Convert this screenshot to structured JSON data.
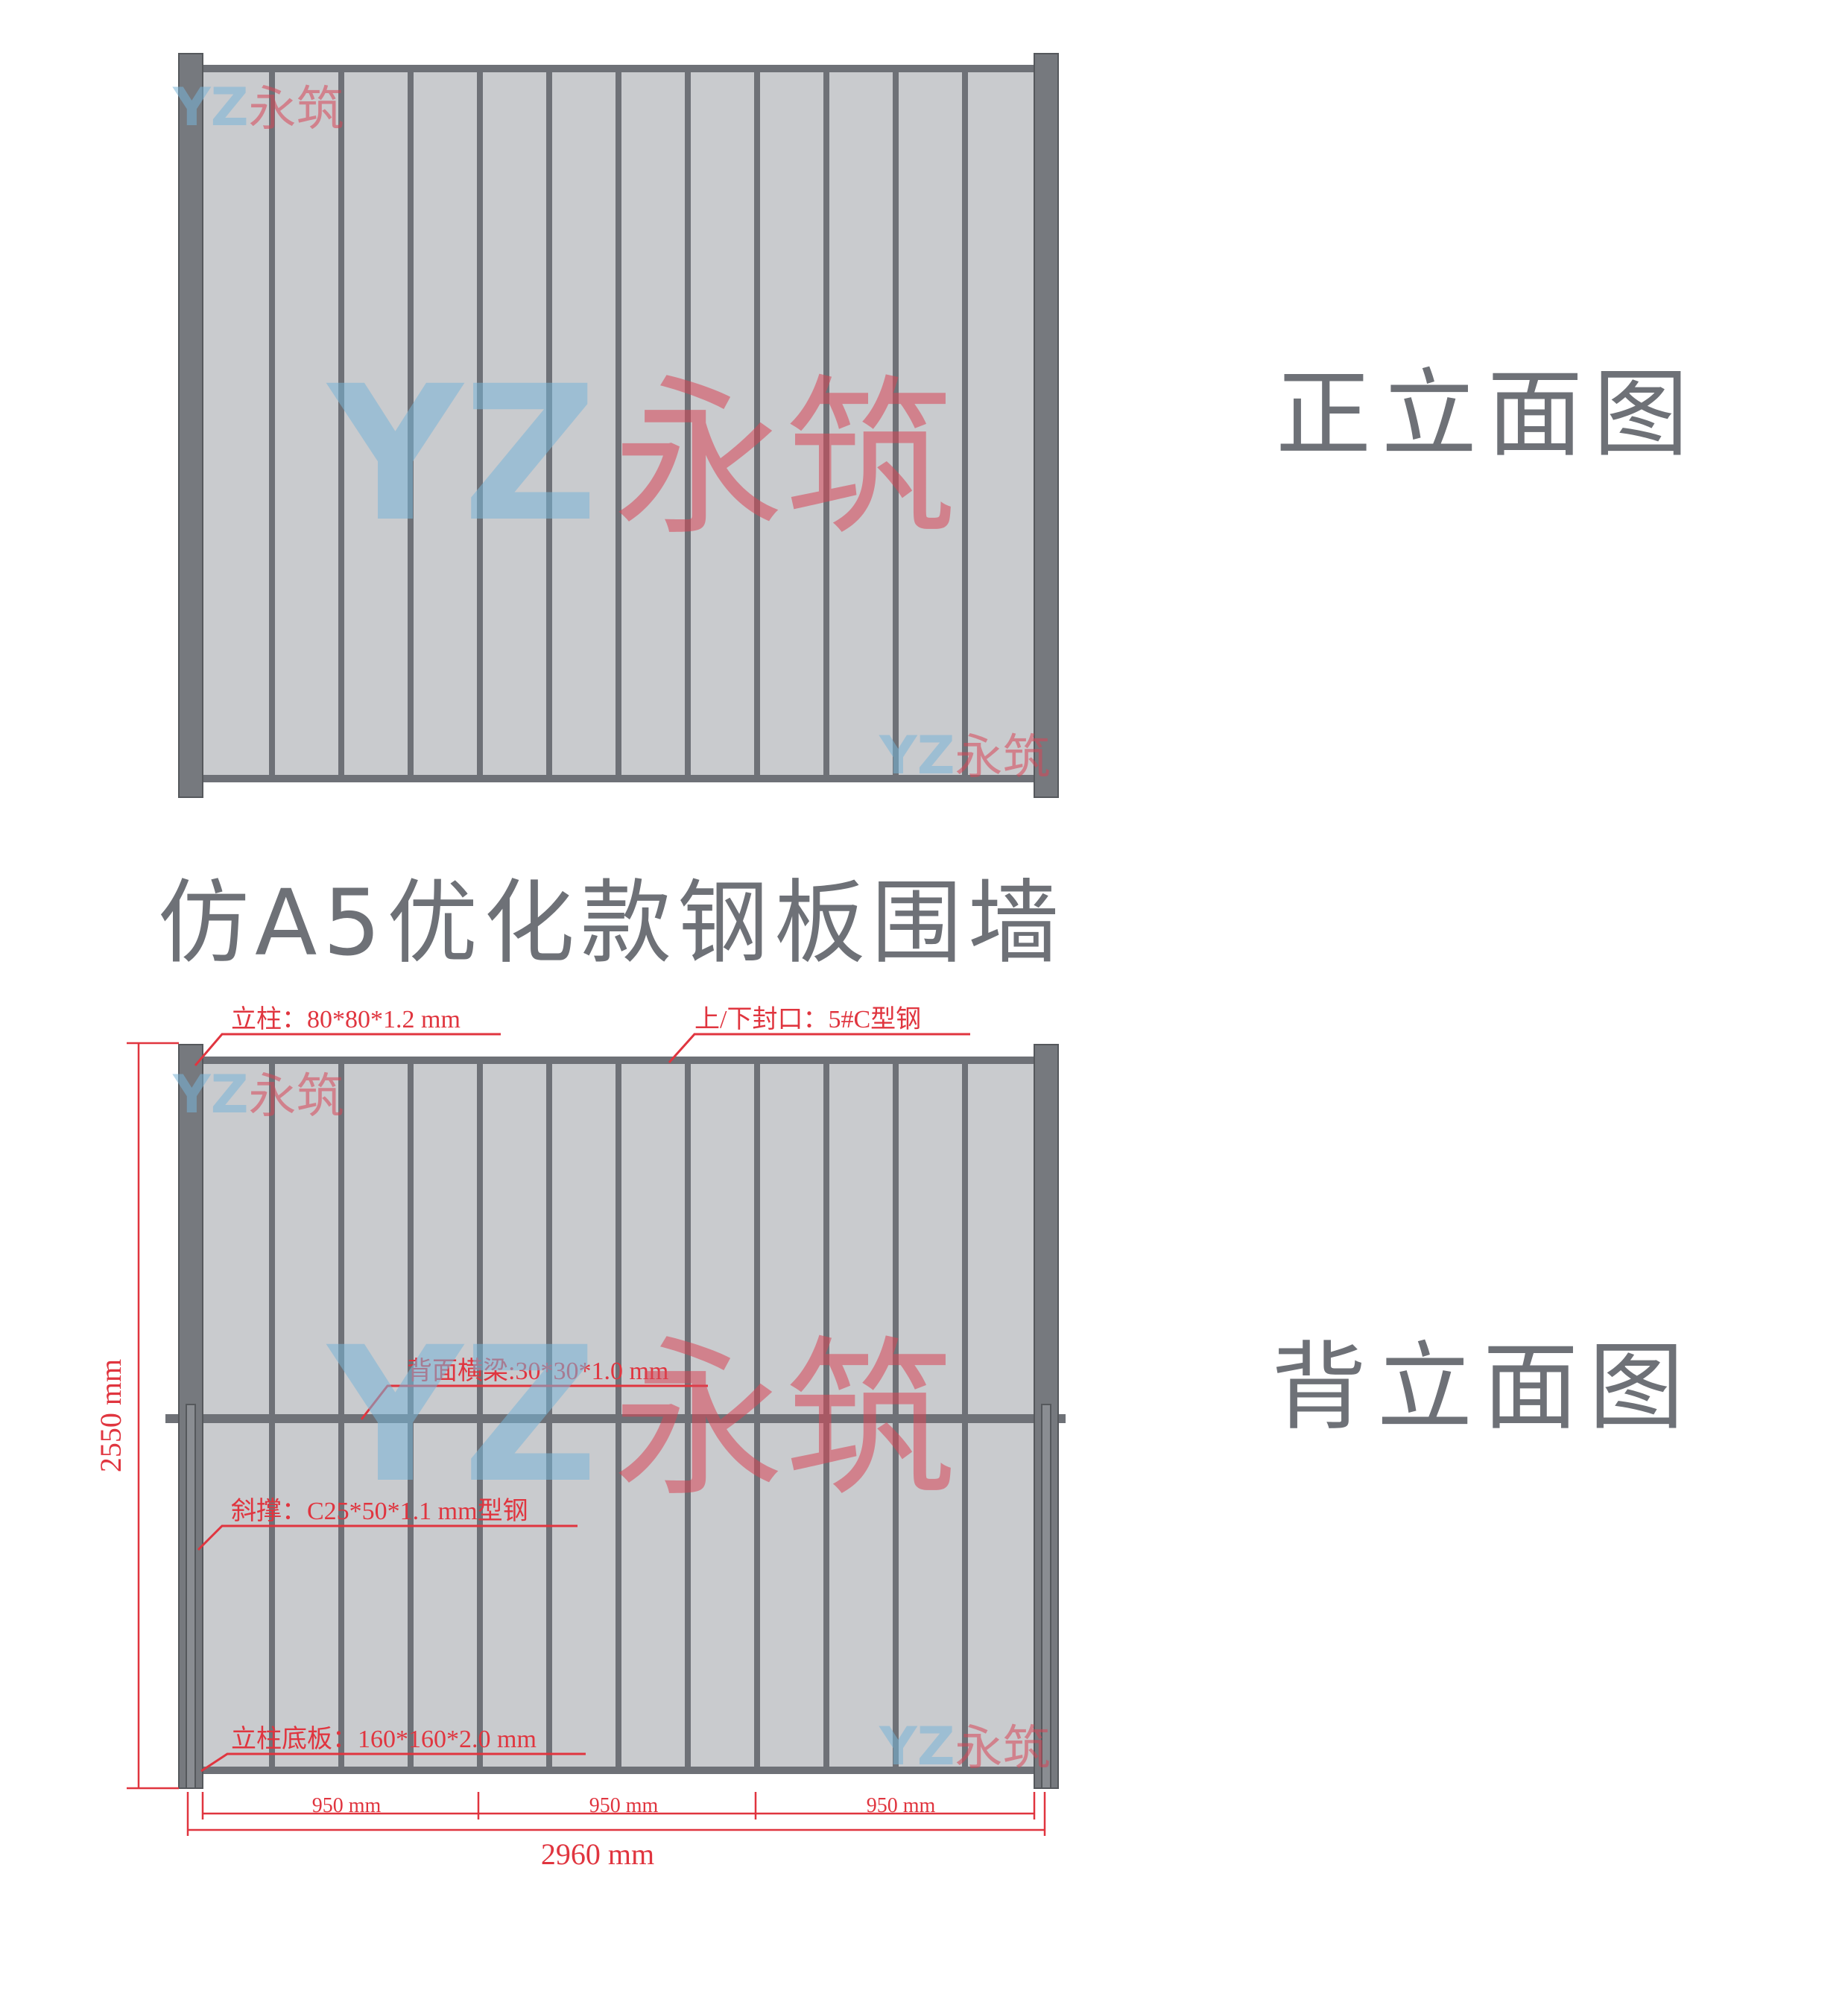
{
  "title": "仿A5优化款钢板围墙",
  "front_view_label": "正立面图",
  "back_view_label": "背立面图",
  "watermark": {
    "latin": "YZ",
    "chinese": "永筑"
  },
  "annotations": {
    "post": "立柱：80*80*1.2 mm",
    "top_bottom_seal": "上/下封口：5#C型钢",
    "back_crossbeam": "背面横梁:30*30*1.0 mm",
    "diagonal_brace": "斜撑：C25*50*1.1 mm型钢",
    "post_base_plate": "立柱底板：160*160*2.0 mm"
  },
  "dimensions": {
    "height": "2550 mm",
    "total_width": "2960 mm",
    "segments": [
      "950 mm",
      "950 mm",
      "950 mm"
    ]
  },
  "colors": {
    "panel_fill": "#c9cbce",
    "post_fill": "#76797e",
    "rib": "#6e7177",
    "annotation": "#e0353f",
    "text_gray": "#6e7177"
  }
}
